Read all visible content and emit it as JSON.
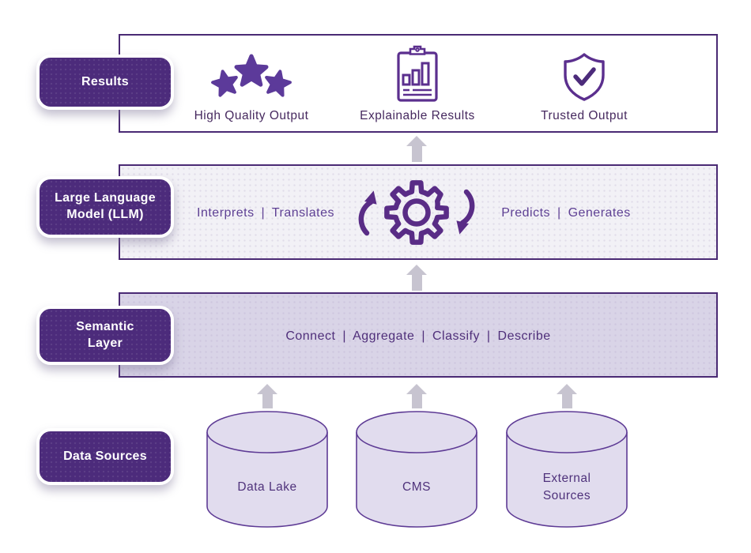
{
  "palette": {
    "deep_purple": "#4c2b7b",
    "border_purple": "#4a2a74",
    "icon_purple": "#5b2f8e",
    "star_purple": "#5c3a9a",
    "caption_text": "#46295f",
    "body_text": "#5e4094",
    "arrow_gray": "#c7c4d0",
    "llm_bg": "#f2f1f6",
    "semantic_bg": "#d9d4e7",
    "cylinder_fill": "#e1dcee"
  },
  "layers": {
    "results": {
      "label": "Results",
      "items": [
        {
          "icon": "three-stars-icon",
          "caption": "High Quality Output"
        },
        {
          "icon": "report-clipboard-icon",
          "caption": "Explainable Results"
        },
        {
          "icon": "shield-check-icon",
          "caption": "Trusted Output"
        }
      ]
    },
    "llm": {
      "label": "Large Language\nModel (LLM)",
      "left_text": "Interprets | Translates",
      "right_text": "Predicts | Generates",
      "icon": "gear-sync-icon"
    },
    "semantic": {
      "label": "Semantic\nLayer",
      "text": "Connect | Aggregate | Classify | Describe"
    },
    "sources": {
      "label": "Data Sources",
      "cylinders": [
        {
          "name": "Data Lake"
        },
        {
          "name": "CMS"
        },
        {
          "name": "External\nSources"
        }
      ]
    }
  }
}
